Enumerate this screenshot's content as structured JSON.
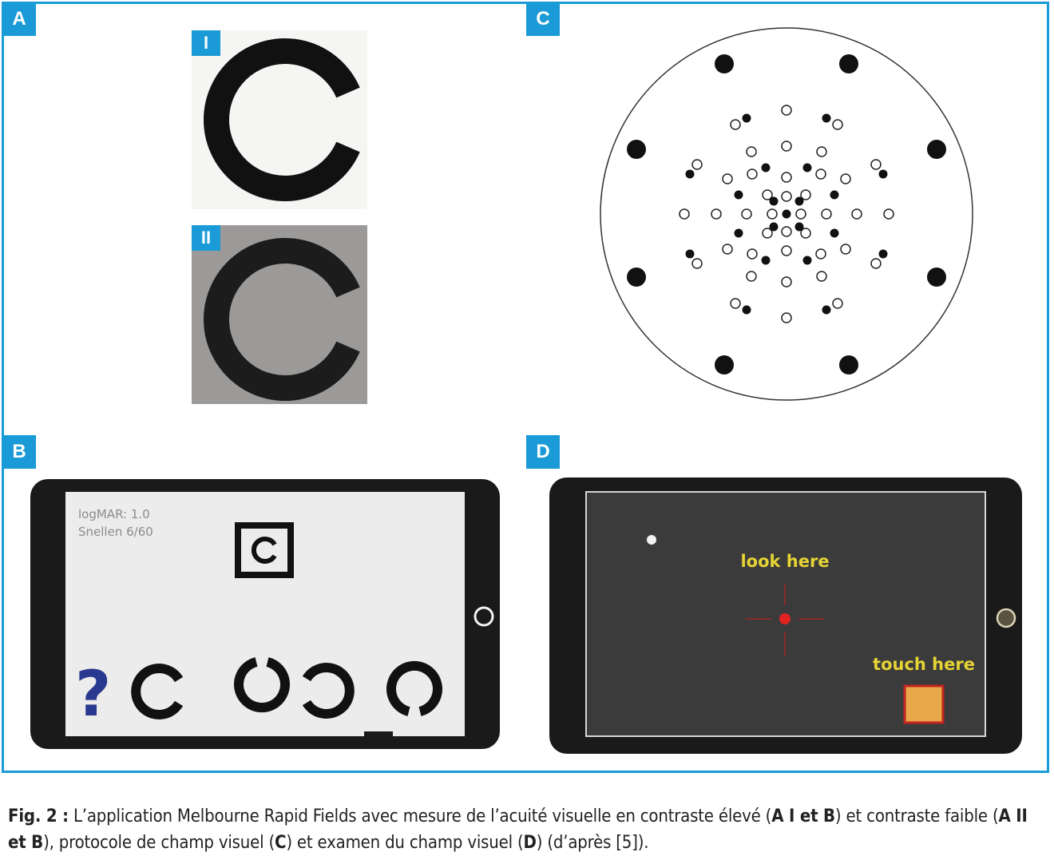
{
  "panels": {
    "a": {
      "label": "A",
      "sub_i": "I",
      "sub_ii": "II"
    },
    "b": {
      "label": "B",
      "logmar": "logMAR: 1.0",
      "snellen": "Snellen 6/60",
      "question": "?"
    },
    "c": {
      "label": "C"
    },
    "d": {
      "label": "D",
      "look_here": "look here",
      "touch_here": "touch here"
    }
  },
  "colors": {
    "accent": "#1a9ad6",
    "tablet": "#1a1a1a",
    "screen_b": "#ececec",
    "screen_d": "#3b3b3b",
    "fixation": "#e32222",
    "target": "#e9a84a",
    "yellow_text": "#e6d334"
  },
  "caption": {
    "fig": "Fig. 2 :",
    "text1": " L’application Melbourne Rapid Fields avec mesure de l’acuité visuelle en contraste élevé (",
    "b1": "A I et B",
    "text2": ") et contraste faible (",
    "b2": "A II et B",
    "text3": "), protocole de champ visuel (",
    "b3": "C",
    "text4": ") et examen du champ visuel (",
    "b4": "D",
    "text5": ") (d’après [5])."
  }
}
